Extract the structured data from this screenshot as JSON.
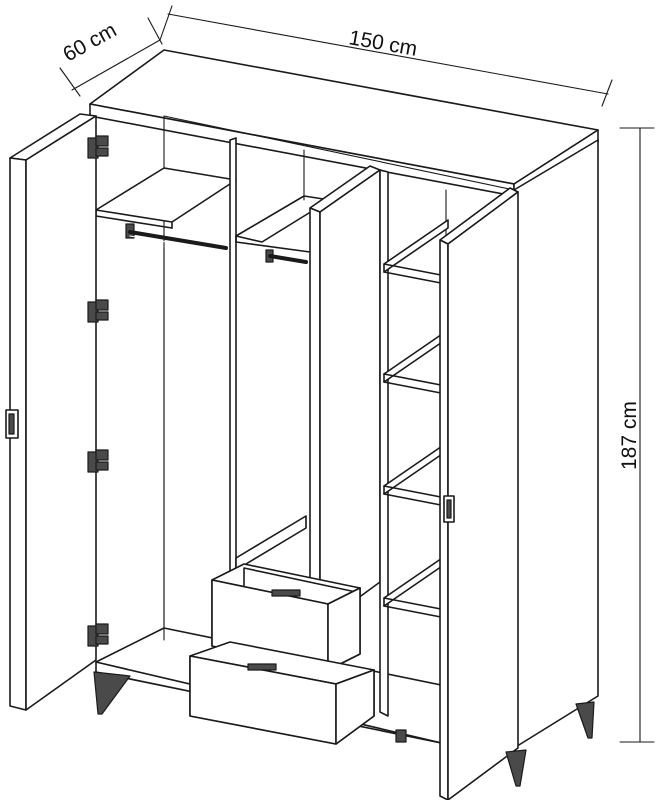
{
  "dimensions": {
    "depth": "60 cm",
    "width": "150 cm",
    "height": "187 cm"
  }
}
